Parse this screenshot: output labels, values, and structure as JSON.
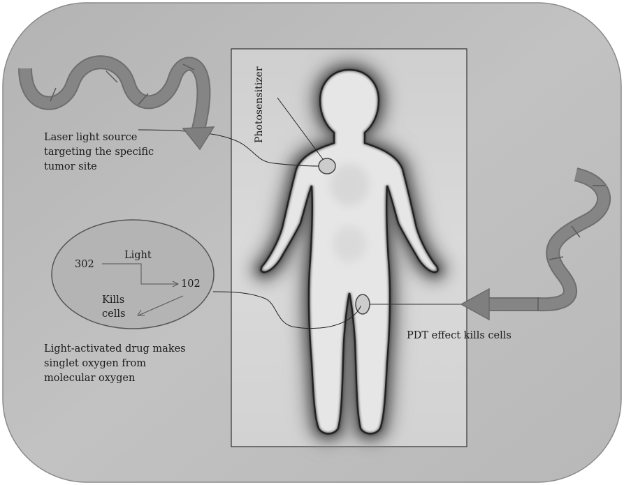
{
  "figure": {
    "label_photosensitizer": "Photosensitizer",
    "laser_caption": [
      "Laser light source",
      "targeting the specific",
      "tumor site"
    ],
    "reaction": {
      "reactant": "302",
      "light": "Light",
      "product": "102",
      "kills_line1": "Kills",
      "kills_line2": "cells"
    },
    "drug_caption": [
      "Light-activated drug makes",
      "singlet oxygen from",
      "molecular oxygen"
    ],
    "pdt_caption": "PDT effect kills cells"
  }
}
